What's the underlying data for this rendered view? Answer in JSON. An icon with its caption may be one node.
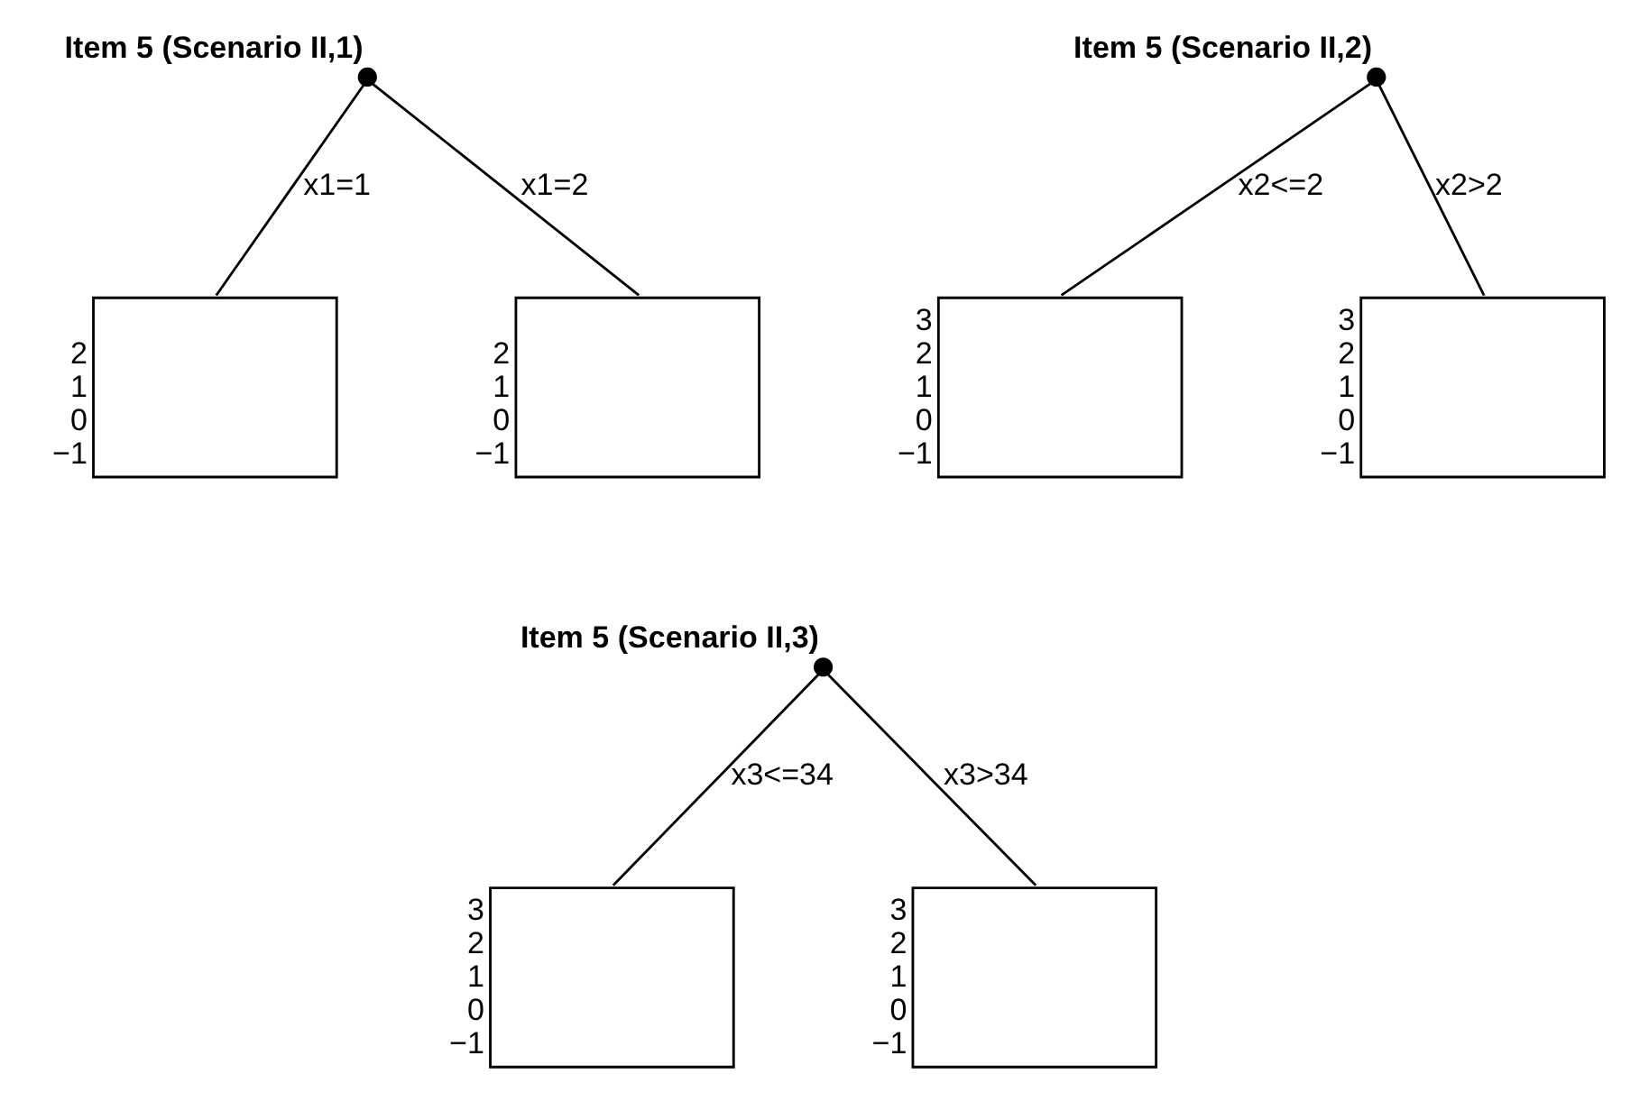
{
  "diagram": {
    "nodes": [
      {
        "text": [],
        "shape": "circle",
        "beside": [
          "Item 5 (Scenario II,1)"
        ]
      },
      {
        "text": [],
        "shape": "box",
        "beside": [
          "2",
          "1",
          "0",
          "−1"
        ]
      },
      {
        "text": [],
        "shape": "box",
        "beside": [
          "2",
          "1",
          "0",
          "−1"
        ]
      },
      {
        "text": [],
        "shape": "circle",
        "beside": [
          "Item 5 (Scenario II,2)"
        ]
      },
      {
        "text": [],
        "shape": "box",
        "beside": [
          "3",
          "2",
          "1",
          "0",
          "−1"
        ]
      },
      {
        "text": [],
        "shape": "box",
        "beside": [
          "3",
          "2",
          "1",
          "0",
          "−1"
        ]
      },
      {
        "text": [],
        "shape": "circle",
        "beside": [
          "Item 5 (Scenario II,3)"
        ]
      },
      {
        "text": [],
        "shape": "box",
        "beside": [
          "3",
          "2",
          "1",
          "0",
          "−1"
        ]
      },
      {
        "text": [],
        "shape": "box",
        "beside": [
          "3",
          "2",
          "1",
          "0",
          "−1"
        ]
      }
    ],
    "edges": [
      {
        "from": 0,
        "to": 1,
        "arrow": "none",
        "label": "x1=1"
      },
      {
        "from": 0,
        "to": 2,
        "arrow": "none",
        "label": "x1=2"
      },
      {
        "from": 3,
        "to": 4,
        "arrow": "none",
        "label": "x2<=2"
      },
      {
        "from": 3,
        "to": 5,
        "arrow": "none",
        "label": "x2>2"
      },
      {
        "from": 6,
        "to": 7,
        "arrow": "none",
        "label": "x3<=34"
      },
      {
        "from": 6,
        "to": 8,
        "arrow": "none",
        "label": "x3>34"
      }
    ]
  }
}
